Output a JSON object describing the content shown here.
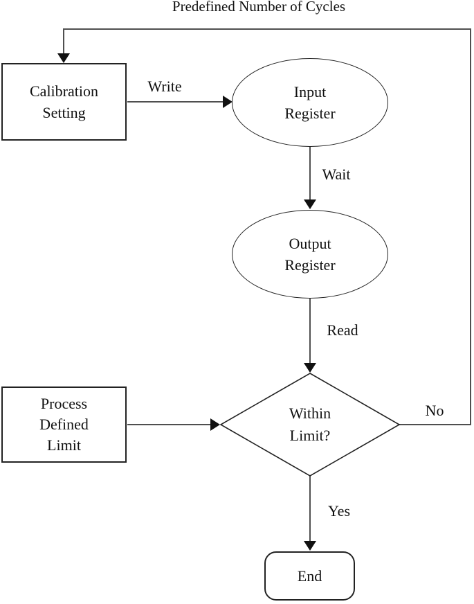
{
  "title": "Predefined Number of Cycles",
  "nodes": {
    "calibration_setting": {
      "line1": "Calibration",
      "line2": "Setting"
    },
    "input_register": {
      "line1": "Input",
      "line2": "Register"
    },
    "output_register": {
      "line1": "Output",
      "line2": "Register"
    },
    "process_defined_limit": {
      "line1": "Process",
      "line2": "Defined",
      "line3": "Limit"
    },
    "within_limit_decision": {
      "line1": "Within",
      "line2": "Limit?"
    },
    "end_node": {
      "label": "End"
    }
  },
  "edge_labels": {
    "write": "Write",
    "wait": "Wait",
    "read": "Read",
    "no": "No",
    "yes": "Yes"
  },
  "colors": {
    "connector": "#4f4f4f",
    "shape_border": "#222222",
    "arrowhead": "#111111",
    "text": "#111111",
    "background": "#ffffff"
  }
}
